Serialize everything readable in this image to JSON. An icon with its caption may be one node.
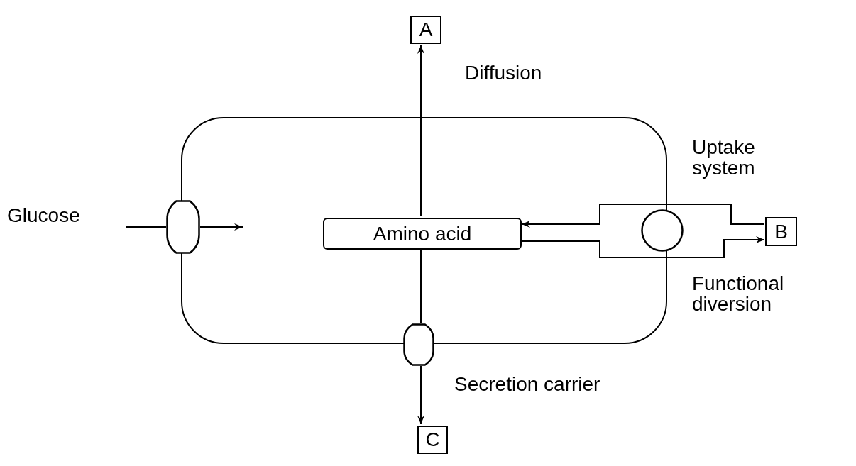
{
  "diagram": {
    "nodes": [
      {
        "text": [],
        "shape": "box"
      },
      {
        "text": [
          "A"
        ]
      },
      {
        "text": [
          "Glucose"
        ]
      },
      {
        "text": [],
        "shape": "box"
      },
      {
        "text": [
          "Amino acid"
        ],
        "in": 0
      },
      {
        "text": [],
        "shape": "circle"
      },
      {
        "text": [
          "B"
        ]
      },
      {
        "text": [],
        "shape": "box"
      },
      {
        "text": [
          "C"
        ]
      }
    ],
    "edges": [
      {
        "from": 2,
        "to": 3,
        "arrow": "none"
      },
      {
        "from": 3,
        "to": null,
        "arrow": "to"
      },
      {
        "from": 4,
        "to": 1,
        "arrow": "to",
        "label": "Diffusion"
      },
      {
        "from": 6,
        "to": 4,
        "arrow": "to",
        "label": "Uptake system"
      },
      {
        "from": 4,
        "to": 6,
        "arrow": "to",
        "label": "Functional diversion"
      },
      {
        "from": 4,
        "to": 7,
        "arrow": "none"
      },
      {
        "from": 7,
        "to": 8,
        "arrow": "to",
        "label": "Secretion carrier"
      }
    ]
  }
}
